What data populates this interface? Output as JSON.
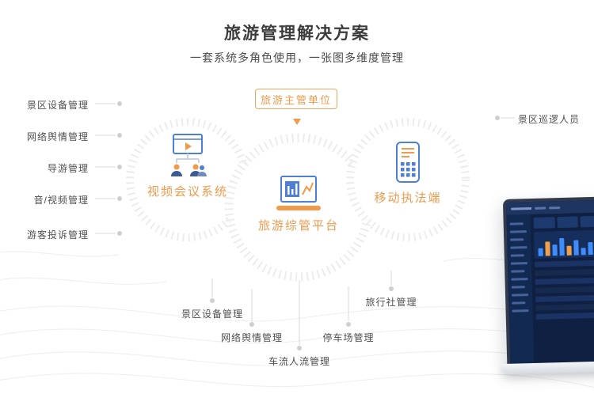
{
  "header": {
    "title": "旅游管理解决方案",
    "subtitle": "一套系统多角色使用，一张图多维度管理"
  },
  "authority_box": {
    "label": "旅游主管单位"
  },
  "nodes": {
    "video_conference": {
      "label": "视频会议系统"
    },
    "platform": {
      "label": "旅游综管平台"
    },
    "mobile_enforcement": {
      "label": "移动执法端"
    }
  },
  "left_labels": [
    "景区设备管理",
    "网络舆情管理",
    "导游管理",
    "音/视频管理",
    "游客投诉管理"
  ],
  "right_labels": [
    "景区巡逻人员"
  ],
  "bottom_labels": [
    "景区设备管理",
    "网络舆情管理",
    "车流人流管理",
    "停车场管理",
    "旅行社管理"
  ],
  "icons": {
    "video_conference": "video-conference-icon",
    "platform": "laptop-chart-icon",
    "mobile_enforcement": "handheld-terminal-icon",
    "authority_arrow": "down-arrow-icon"
  },
  "colors": {
    "accent_orange": "#ef9a4d",
    "primary_blue": "#4d7fd6",
    "ring_gray": "#ececec",
    "connector_gray": "#d9d9d9",
    "title_text": "#3c3c3c",
    "label_text": "#4f4f4f",
    "dashboard_bg": "#0f2042"
  }
}
